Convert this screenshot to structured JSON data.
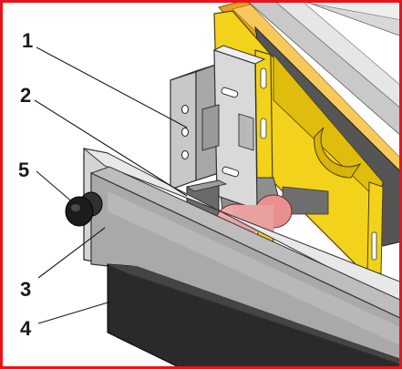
{
  "diagram": {
    "frame_color": "#e8141b",
    "callouts": [
      {
        "label": "1",
        "part": "mounting-bracket"
      },
      {
        "label": "2",
        "part": "spacer-block"
      },
      {
        "label": "3",
        "part": "aluminium-profile-bar"
      },
      {
        "label": "4",
        "part": "black-rubber-seal"
      },
      {
        "label": "5",
        "part": "black-knob"
      }
    ],
    "colors": {
      "yellow_frame": "#f2d21b",
      "orange_edge": "#e8a020",
      "grey_metal": "#b4b4b4",
      "dark_rubber": "#2a2a2a",
      "pink_roller": "#e89090"
    }
  }
}
